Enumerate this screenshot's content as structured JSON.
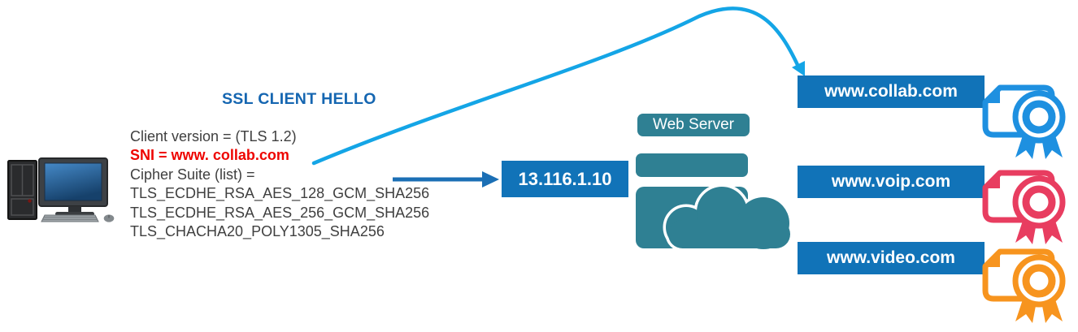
{
  "diagram_title": "SSL CLIENT HELLO",
  "client_hello": {
    "client_version": "Client version = (TLS 1.2)",
    "sni": "SNI = www. collab.com",
    "cipher_suite_header": "Cipher Suite (list) =",
    "cipher_suites": [
      "TLS_ECDHE_RSA_AES_128_GCM_SHA256",
      "TLS_ECDHE_RSA_AES_256_GCM_SHA256",
      "TLS_CHACHA20_POLY1305_SHA256"
    ]
  },
  "web_server": {
    "ip": "13.116.1.10",
    "label": "Web Server"
  },
  "sites": [
    {
      "domain": "www.collab.com",
      "cert_color": "#1e90e0"
    },
    {
      "domain": "www.voip.com",
      "cert_color": "#e83d60"
    },
    {
      "domain": "www.video.com",
      "cert_color": "#f7941e"
    }
  ],
  "icons": {
    "client": "desktop-computer-icon",
    "server": "server-stack-cloud-icon",
    "site_badge": "certificate-icon"
  },
  "colors": {
    "node_blue": "#1173b8",
    "arrow_blue": "#1b6fb5",
    "sni_arrow_cyan": "#14a5e6",
    "server_teal": "#2f8093",
    "title_blue": "#1566b1",
    "sni_red": "#ee0400",
    "body_text": "#3f3f3f"
  }
}
